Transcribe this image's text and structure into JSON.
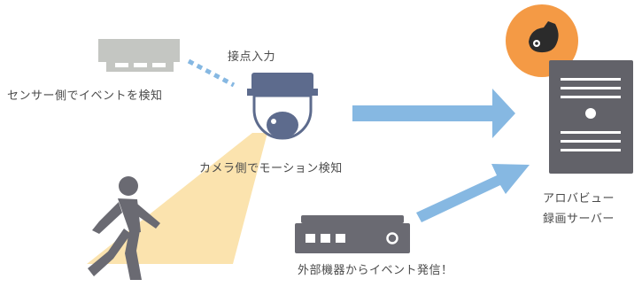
{
  "labels": {
    "sensor_detect": "センサー側でイベントを検知",
    "contact_input": "接点入力",
    "camera_detect": "カメラ側でモーション検知",
    "external_event": "外部機器からイベント発信！",
    "server_line1": "アロバビュー",
    "server_line2": "録画サーバー"
  },
  "colors": {
    "gray": "#6a6a72",
    "light_gray": "#c4c6c2",
    "camera_blue": "#5d6b8d",
    "arrow_blue": "#86b8e2",
    "cone_yellow": "#fbe3ae",
    "orange_circle": "#f49a45",
    "server_dark": "#626269"
  },
  "icons": [
    "sensor-icon",
    "camera-icon",
    "person-icon",
    "recorder-icon",
    "server-icon",
    "mascot-icon"
  ]
}
